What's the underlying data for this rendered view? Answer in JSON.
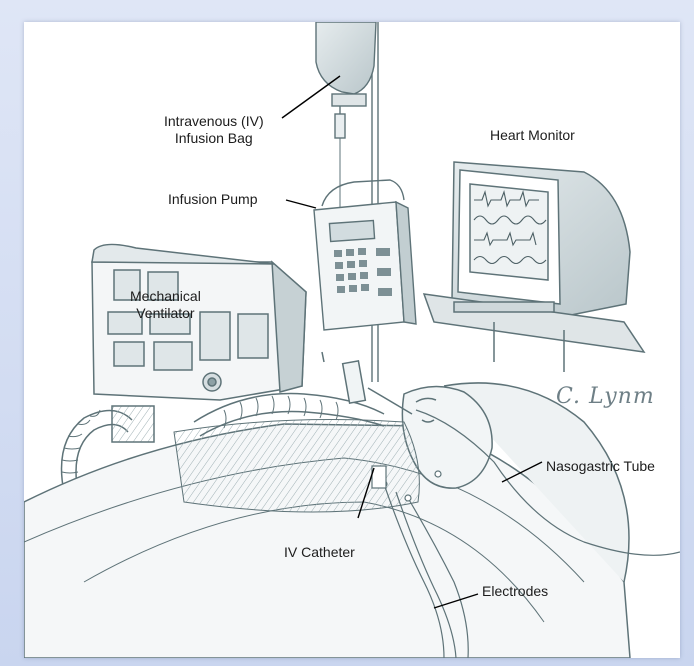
{
  "labels": {
    "iv_bag_line1": "Intravenous (IV)",
    "iv_bag_line2": "Infusion Bag",
    "heart_monitor": "Heart Monitor",
    "infusion_pump": "Infusion Pump",
    "ventilator_line1": "Mechanical",
    "ventilator_line2": "Ventilator",
    "nasogastric_tube": "Nasogastric Tube",
    "iv_catheter": "IV Catheter",
    "electrodes": "Electrodes"
  },
  "signature": "C. Lynm",
  "colors": {
    "background": "#d3ddf2",
    "sketch_stroke": "#5e7378",
    "shading": "#c9d3d6",
    "label_text": "#1c1c1c"
  }
}
